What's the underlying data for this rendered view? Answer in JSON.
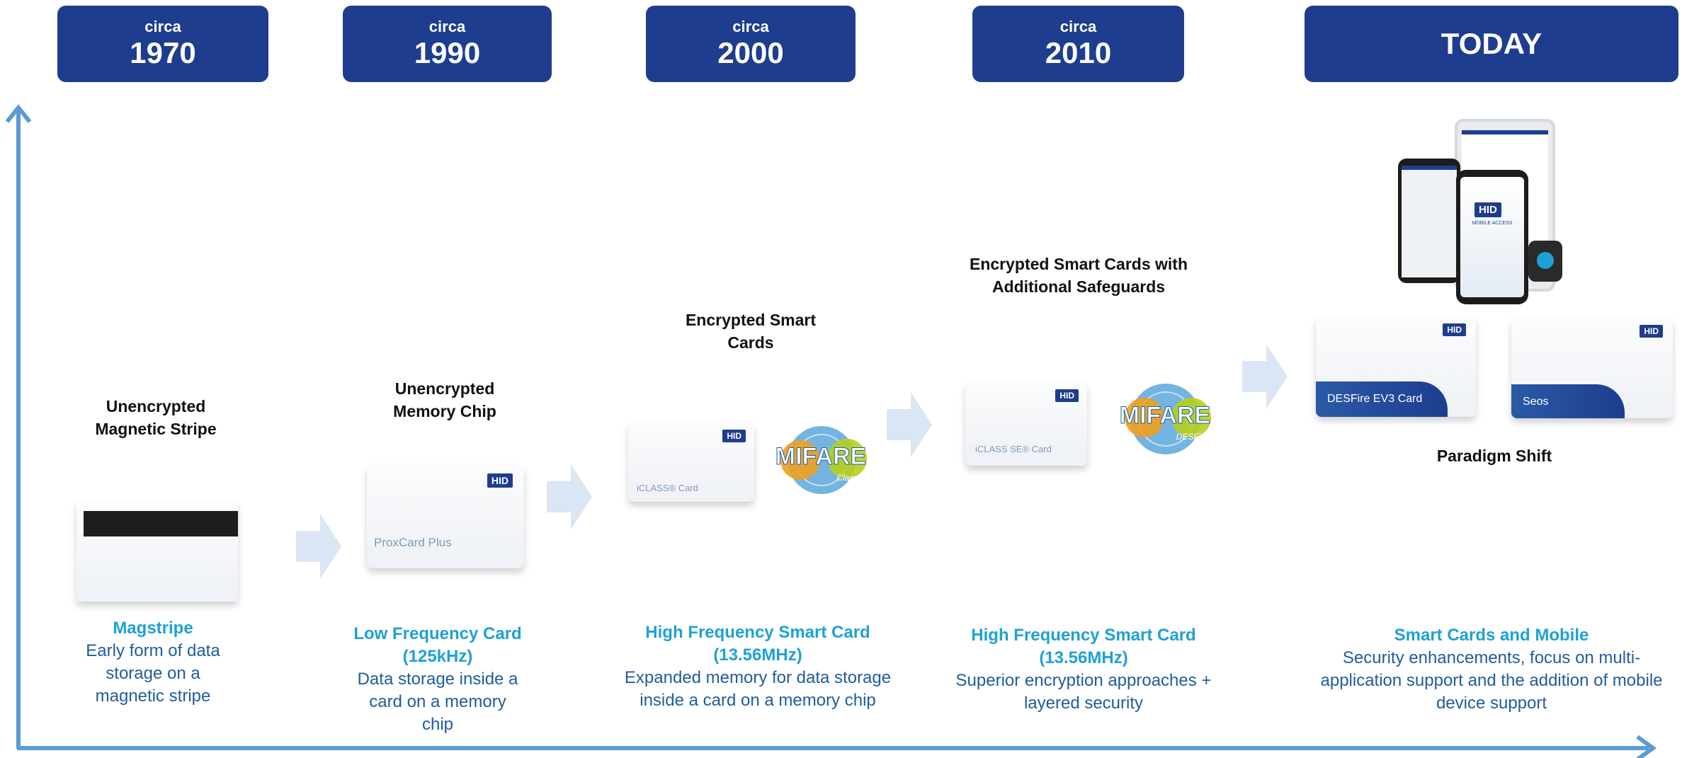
{
  "eras": [
    {
      "circa": "circa",
      "year": "1970"
    },
    {
      "circa": "circa",
      "year": "1990"
    },
    {
      "circa": "circa",
      "year": "2000"
    },
    {
      "circa": "circa",
      "year": "2010"
    },
    {
      "today": "TODAY"
    }
  ],
  "titles": {
    "t1970_l1": "Unencrypted",
    "t1970_l2": "Magnetic Stripe",
    "t1990_l1": "Unencrypted",
    "t1990_l2": "Memory Chip",
    "t2000_l1": "Encrypted Smart",
    "t2000_l2": "Cards",
    "t2010_l1": "Encrypted Smart Cards with",
    "t2010_l2": "Additional Safeguards",
    "today": "Paradigm Shift"
  },
  "cards": {
    "proxcard": "ProxCard Plus",
    "iclass": "iCLASS® Card",
    "iclass_se": "iCLASS SE® Card",
    "desfire": "DESFire EV3 Card",
    "seos": "Seos",
    "hid": "HID",
    "mobile_access": "MOBILE ACCESS"
  },
  "mifare": {
    "word": "MIFARE",
    "classic": "Classic",
    "desfire": "DESFire"
  },
  "captions": [
    {
      "title": "Magstripe",
      "lines": [
        "Early form of data",
        "storage on a",
        "magnetic stripe"
      ]
    },
    {
      "title_l1": "Low Frequency Card",
      "title_l2": "(125kHz)",
      "lines": [
        "Data storage inside a",
        "card on a memory",
        "chip"
      ]
    },
    {
      "title_l1": "High Frequency Smart Card",
      "title_l2": "(13.56MHz)",
      "lines": [
        "Expanded memory for data storage",
        "inside a card on a memory chip"
      ]
    },
    {
      "title_l1": "High Frequency Smart Card",
      "title_l2": "(13.56MHz)",
      "lines": [
        "Superior encryption approaches +",
        "layered security"
      ]
    },
    {
      "title": "Smart Cards and Mobile",
      "lines": [
        "Security enhancements, focus on multi-",
        "application support and the addition of mobile",
        "device support"
      ]
    }
  ],
  "colors": {
    "era_box": "#1e3d8f",
    "caption_title": "#1ea1d6",
    "caption_body": "#1f5d9c",
    "axis": "#5b9bd5",
    "arrow": "#dbe6f4"
  }
}
